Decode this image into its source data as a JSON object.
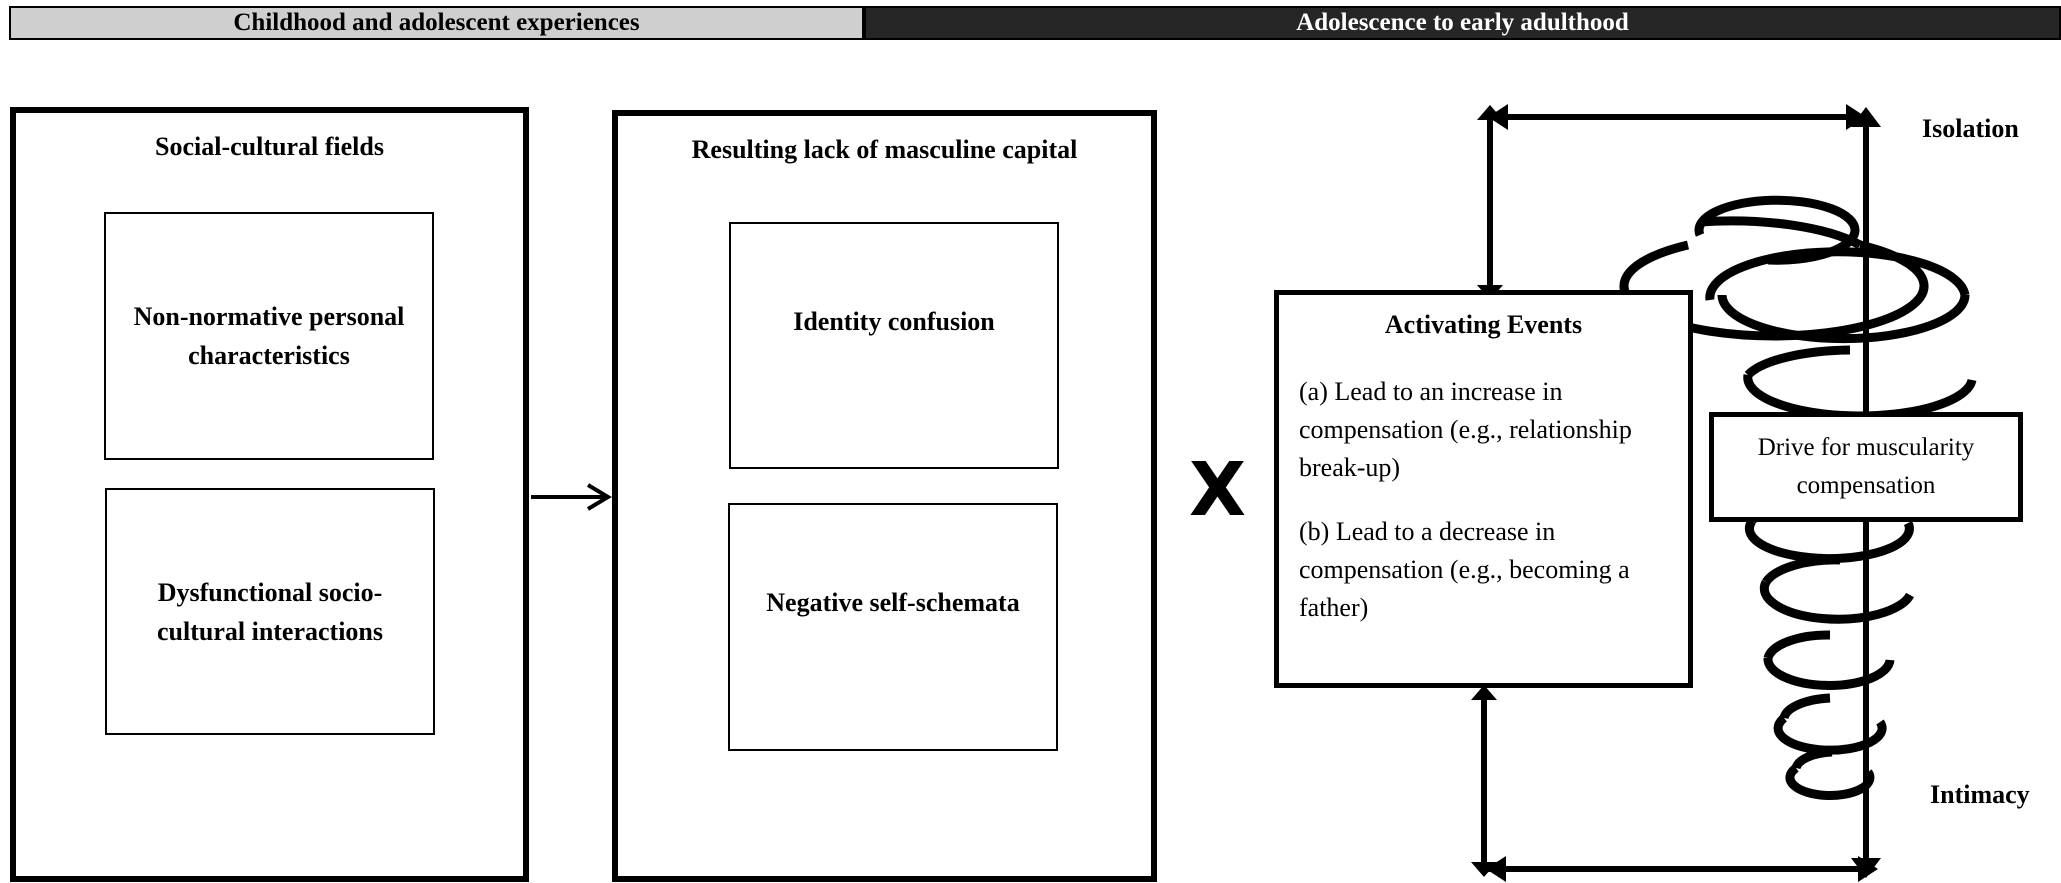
{
  "headers": {
    "left": "Childhood and adolescent experiences",
    "right": "Adolescence to early adulthood"
  },
  "social_cultural": {
    "title": "Social-cultural fields",
    "item1": "Non-normative personal characteristics",
    "item2": "Dysfunctional socio-cultural interactions"
  },
  "masculine_capital": {
    "title": "Resulting lack of masculine capital",
    "item1": "Identity confusion",
    "item2": "Negative self-schemata"
  },
  "operator": "X",
  "activating": {
    "title": "Activating Events",
    "a": "(a) Lead to an increase in compensation (e.g., relationship break-up)",
    "b": "(b) Lead to a decrease in compensation (e.g., becoming a father)"
  },
  "drive": "Drive for muscularity compensation",
  "axis": {
    "top": "Isolation",
    "bottom": "Intimacy"
  }
}
